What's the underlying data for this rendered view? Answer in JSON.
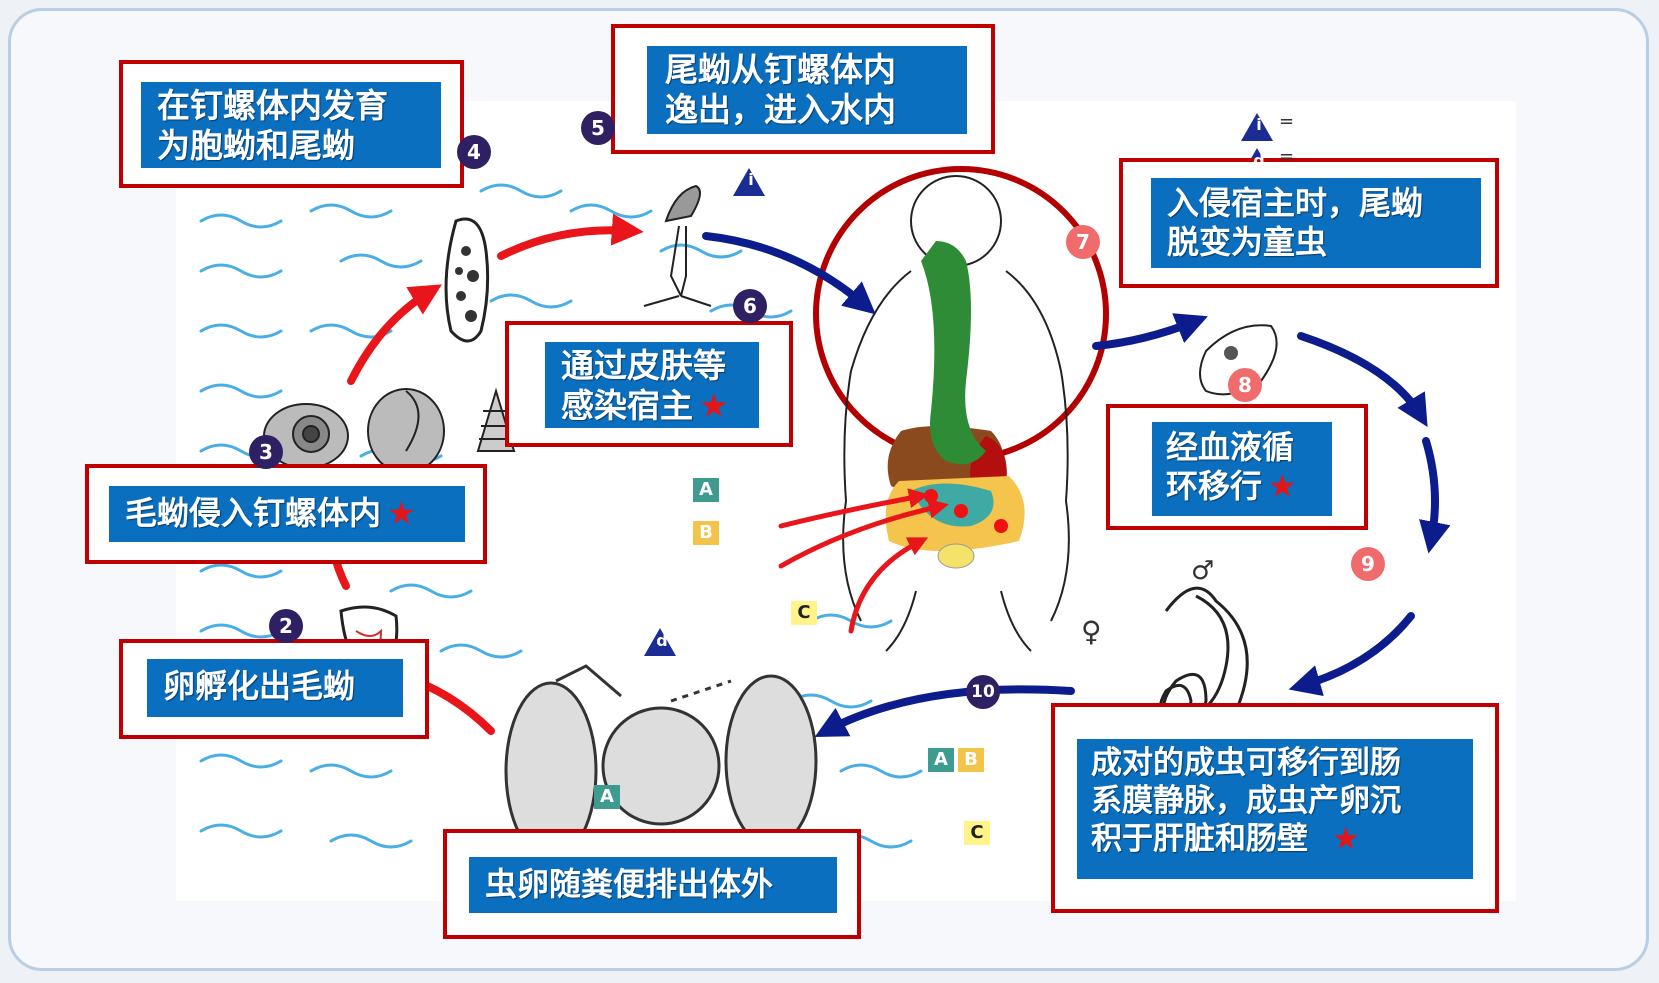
{
  "labels": {
    "step4": "在钉螺体内发育\n为胞蚴和尾蚴",
    "step5": "尾蚴从钉螺体内\n逸出，进入水内",
    "step7": "入侵宿主时，尾蚴\n脱变为童虫",
    "step6": "通过皮肤等\n感染宿主",
    "step3": "毛蚴侵入钉螺体内",
    "step8": "经血液循\n环移行",
    "step2": "卵孵化出毛蚴",
    "step9": "成对的成虫可移行到肠\n系膜静脉，成虫产卵沉\n积于肝脏和肠壁",
    "step1": "虫卵随粪便排出体外"
  },
  "star": "★",
  "numbers": {
    "n2": "2",
    "n3": "3",
    "n4": "4",
    "n5": "5",
    "n6": "6",
    "n7": "7",
    "n8": "8",
    "n9": "9",
    "n10": "10"
  },
  "tags": {
    "a": "A",
    "b": "B",
    "c": "C"
  },
  "legend": {
    "i": "i",
    "d": "d",
    "eq": "="
  },
  "sex": {
    "male": "♂",
    "female": "♀"
  },
  "colors": {
    "box_border": "#c00000",
    "box_fill": "#0b6fbf",
    "star": "#e0161b",
    "arrow_red": "#e8161b",
    "arrow_blue": "#0d1c8c",
    "water": "#49aee6"
  }
}
